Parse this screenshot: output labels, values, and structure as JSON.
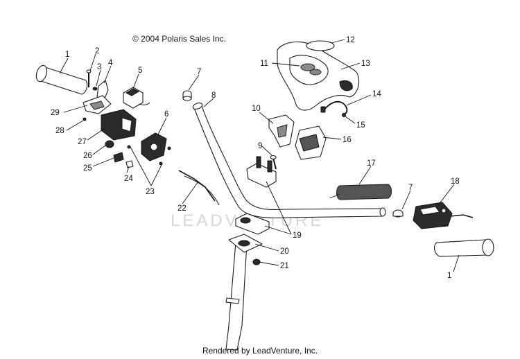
{
  "copyright": "© 2004 Polaris Sales Inc.",
  "watermark": "LEADVENTURE",
  "footer": "Rendered by LeadVenture, Inc.",
  "callouts": {
    "c1a": "1",
    "c2": "2",
    "c3": "3",
    "c4": "4",
    "c5": "5",
    "c6": "6",
    "c7a": "7",
    "c8": "8",
    "c10": "10",
    "c9": "9",
    "c11": "11",
    "c12": "12",
    "c13": "13",
    "c14": "14",
    "c15": "15",
    "c16": "16",
    "c17": "17",
    "c7b": "7",
    "c18": "18",
    "c19": "19",
    "c20": "20",
    "c21": "21",
    "c22": "22",
    "c23": "23",
    "c24": "24",
    "c25": "25",
    "c26": "26",
    "c27": "27",
    "c28": "28",
    "c29": "29",
    "c1b": "1"
  }
}
